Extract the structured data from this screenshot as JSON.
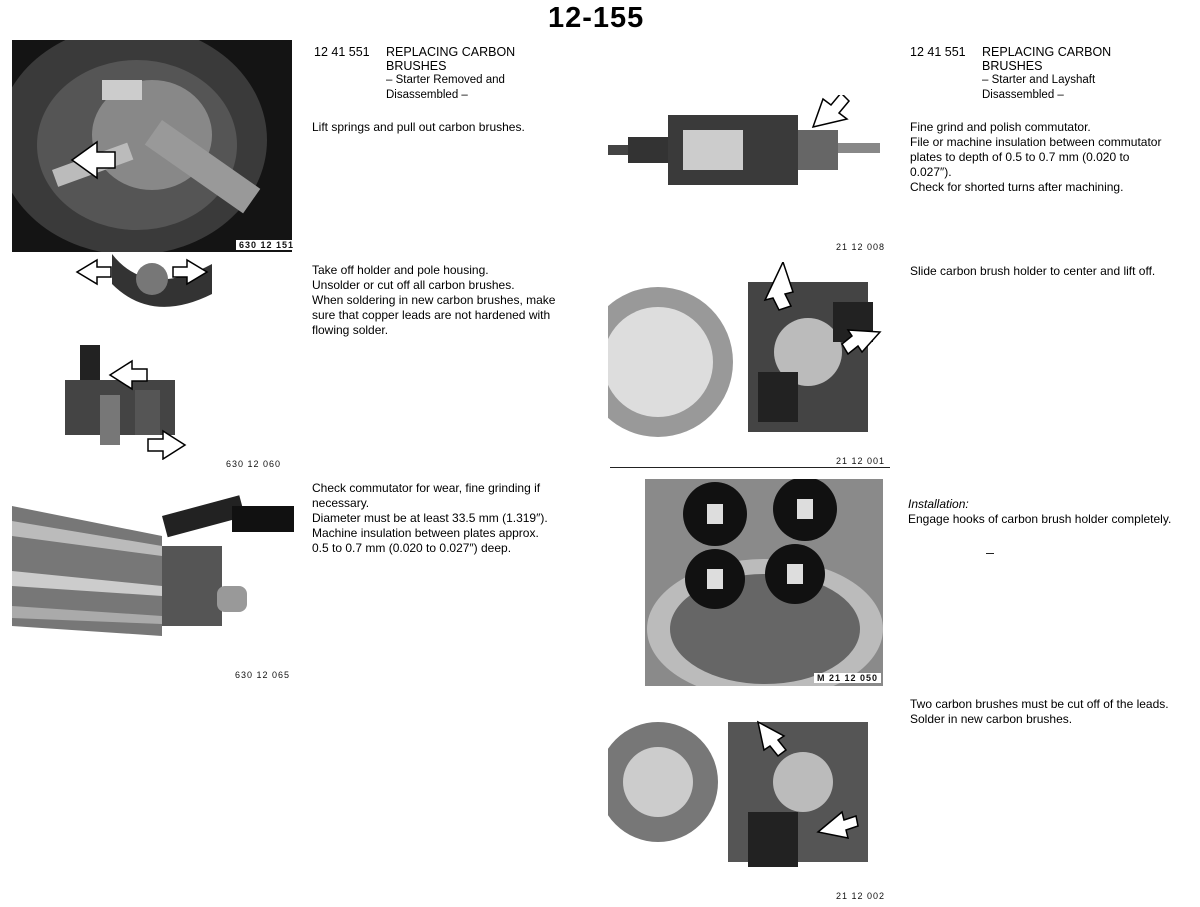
{
  "page": {
    "number": "12-155"
  },
  "left_section": {
    "code": "12 41 551",
    "title_line1": "REPLACING CARBON",
    "title_line2": "BRUSHES",
    "subtitle_line1": "– Starter Removed and",
    "subtitle_line2": "Disassembled –",
    "steps": [
      {
        "text": "Lift springs and pull out carbon brushes.",
        "figure": "630 12 151"
      },
      {
        "text": "Take off holder and pole housing.\nUnsolder or cut off all carbon brushes.\nWhen soldering in new carbon brushes, make\nsure that copper leads are not hardened with\nflowing solder.",
        "figure": "630 12 060"
      },
      {
        "text": "Check commutator for wear, fine grinding if\nnecessary.\nDiameter must be at least 33.5 mm (1.319″).\nMachine insulation between plates approx.\n0.5 to 0.7 mm (0.020 to 0.027″) deep.",
        "figure": "630 12 065"
      }
    ]
  },
  "right_section": {
    "code": "12 41 551",
    "title_line1": "REPLACING CARBON",
    "title_line2": "BRUSHES",
    "subtitle_line1": "– Starter and Layshaft",
    "subtitle_line2": "Disassembled –",
    "steps": [
      {
        "text": "Fine grind and polish commutator.\nFile or machine insulation between commutator\nplates to depth of 0.5 to 0.7 mm (0.020 to\n0.027″).\nCheck for shorted turns after machining.",
        "figure": "21 12 008"
      },
      {
        "text": "Slide carbon brush holder to center and lift off.",
        "figure": "21 12 001"
      },
      {
        "heading": "Installation:",
        "text": "Engage hooks of carbon brush holder completely.",
        "figure": "M 21 12 050"
      },
      {
        "text": "Two carbon brushes must be cut off of the leads.\nSolder in new carbon brushes.",
        "figure": "21 12 002"
      }
    ]
  }
}
